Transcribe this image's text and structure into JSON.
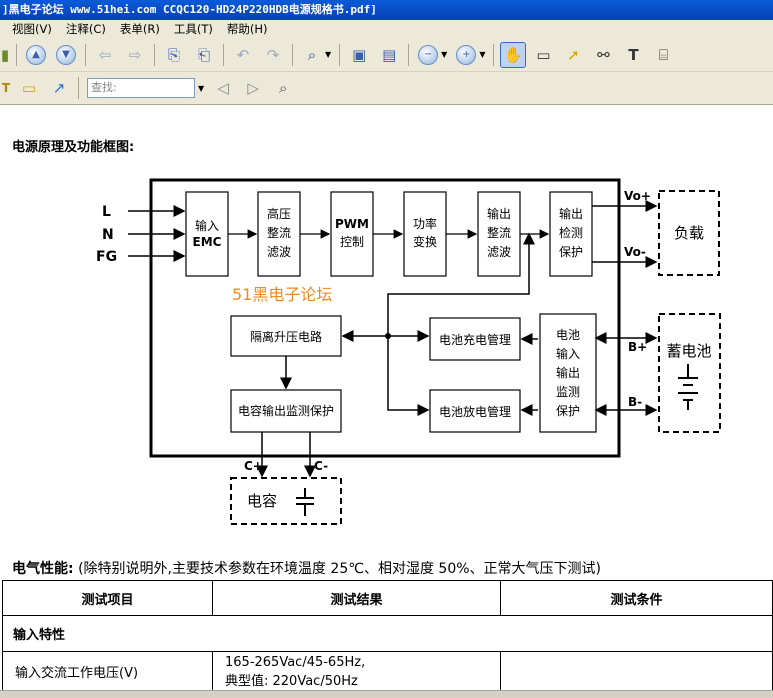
{
  "window": {
    "title": "]黑电子论坛 www.51hei.com CCQC120-HD24P220HDB电源规格书.pdf]"
  },
  "menu": [
    {
      "label": "视图(V)"
    },
    {
      "label": "注释(C)"
    },
    {
      "label": "表单(R)"
    },
    {
      "label": "工具(T)"
    },
    {
      "label": "帮助(H)"
    }
  ],
  "toolbar": {
    "search_placeholder": "查找:"
  },
  "doc": {
    "section1_title": "电源原理及功能框图:",
    "diagram": {
      "inputs": [
        "L",
        "N",
        "FG"
      ],
      "blocks": {
        "emc": "输入 EMC",
        "rectifier": "高压 整流 滤波",
        "pwm": "PWM 控制",
        "power": "功率 变换",
        "out_rect": "输出 整流 滤波",
        "out_prot": "输出 检测 保护",
        "boost": "隔离升压电路",
        "charge": "电池充电管理",
        "discharge": "电池放电管理",
        "batt_io": "电池 输入 输出 监测 保护",
        "cap_mon": "电容输出监测保护"
      },
      "externals": {
        "load": "负载",
        "battery": "蓄电池",
        "capacitor": "电容"
      },
      "terminals": {
        "vo_plus": "Vo+",
        "vo_minus": "Vo-",
        "b_plus": "B+",
        "b_minus": "B-",
        "c_plus": "C+",
        "c_minus": "C-"
      },
      "watermark": "51黑电子论坛"
    },
    "section2_title": "电气性能:",
    "section2_note": "(除特别说明外,主要技术参数在环境温度 25℃、相对湿度 50%、正常大气压下测试)",
    "table": {
      "headers": [
        "测试项目",
        "测试结果",
        "测试条件"
      ],
      "group": "输入特性",
      "rows": [
        {
          "item": "输入交流工作电压(V)",
          "result_line1": "165-265Vac/45-65Hz,",
          "result_line2": "典型值: 220Vac/50Hz",
          "condition": ""
        }
      ]
    }
  }
}
